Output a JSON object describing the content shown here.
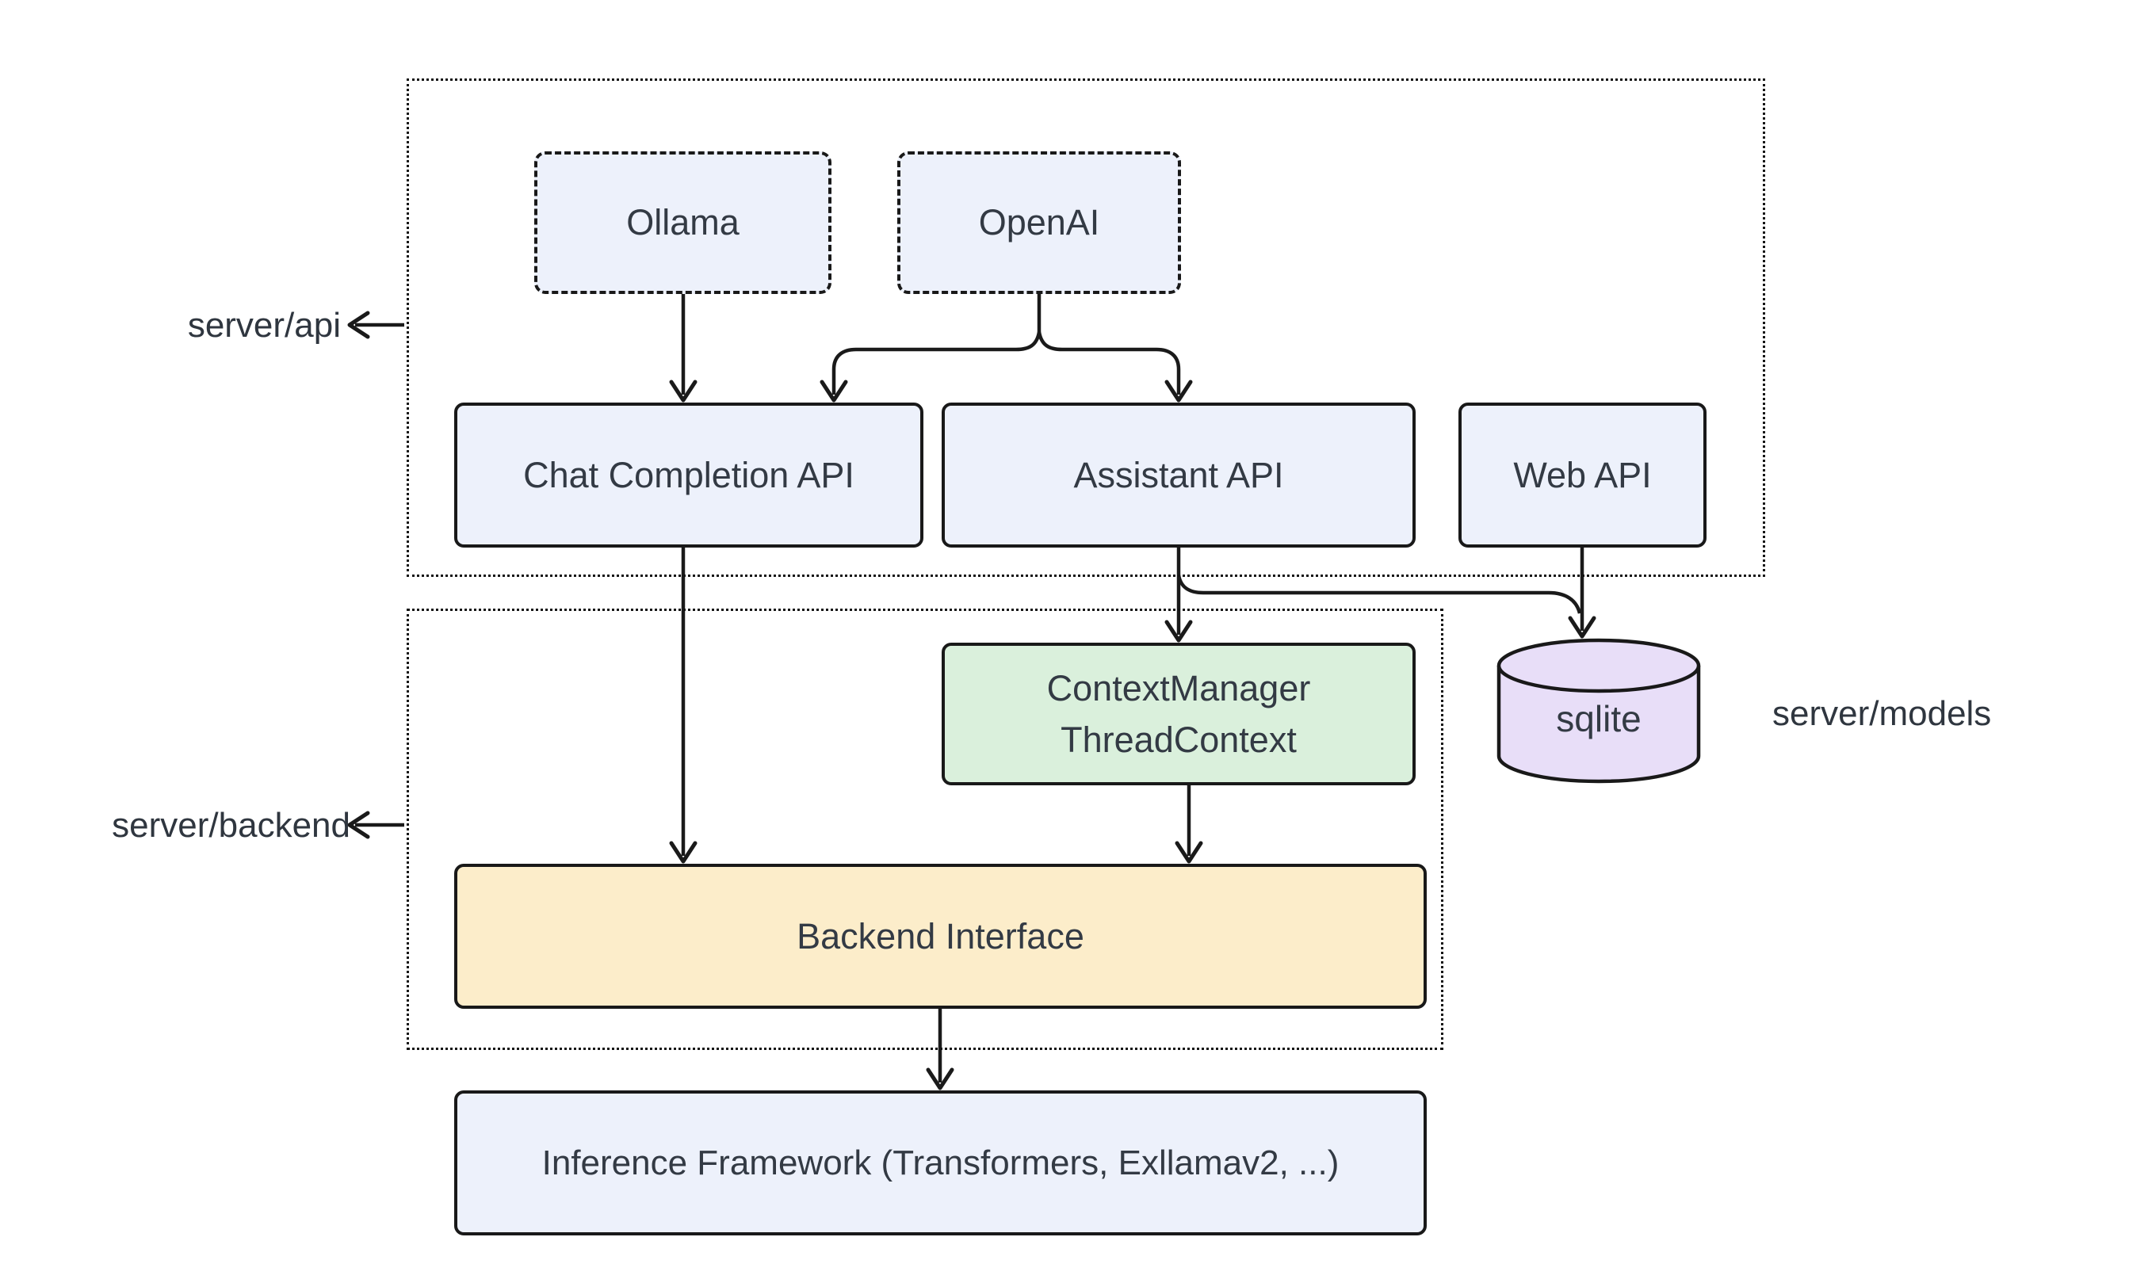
{
  "diagram": {
    "background_color": "#ffffff",
    "line_color": "#1a1a1a",
    "text_color": "#333a44"
  },
  "containers": {
    "api": {
      "label": "server/api"
    },
    "backend": {
      "label": "server/backend"
    }
  },
  "annotations": {
    "models": {
      "label": "server/models"
    }
  },
  "nodes": {
    "ollama": {
      "label": "Ollama",
      "fill": "#edf1fb",
      "border_style": "dashed"
    },
    "openai": {
      "label": "OpenAI",
      "fill": "#edf1fb",
      "border_style": "dashed"
    },
    "chat_completion_api": {
      "label": "Chat Completion API",
      "fill": "#edf1fb",
      "border_style": "solid"
    },
    "assistant_api": {
      "label": "Assistant API",
      "fill": "#edf1fb",
      "border_style": "solid"
    },
    "web_api": {
      "label": "Web API",
      "fill": "#edf1fb",
      "border_style": "solid"
    },
    "context_manager": {
      "label_line1": "ContextManager",
      "label_line2": "ThreadContext",
      "fill": "#daf0dc",
      "border_style": "solid"
    },
    "sqlite": {
      "label": "sqlite",
      "fill": "#e8def8",
      "shape": "cylinder"
    },
    "backend_interface": {
      "label": "Backend Interface",
      "fill": "#fcedca",
      "border_style": "solid"
    },
    "inference_framework": {
      "label": "Inference Framework (Transformers, Exllamav2, ...)",
      "fill": "#edf1fb",
      "border_style": "solid"
    }
  },
  "edges": [
    {
      "from": "Ollama",
      "to": "Chat Completion API"
    },
    {
      "from": "OpenAI",
      "to": "Chat Completion API"
    },
    {
      "from": "OpenAI",
      "to": "Assistant API"
    },
    {
      "from": "Chat Completion API",
      "to": "Backend Interface"
    },
    {
      "from": "Assistant API",
      "to": "ContextManager ThreadContext"
    },
    {
      "from": "Assistant API",
      "to": "sqlite"
    },
    {
      "from": "Web API",
      "to": "sqlite"
    },
    {
      "from": "ContextManager ThreadContext",
      "to": "Backend Interface"
    },
    {
      "from": "Backend Interface",
      "to": "Inference Framework (Transformers, Exllamav2, ...)"
    }
  ]
}
